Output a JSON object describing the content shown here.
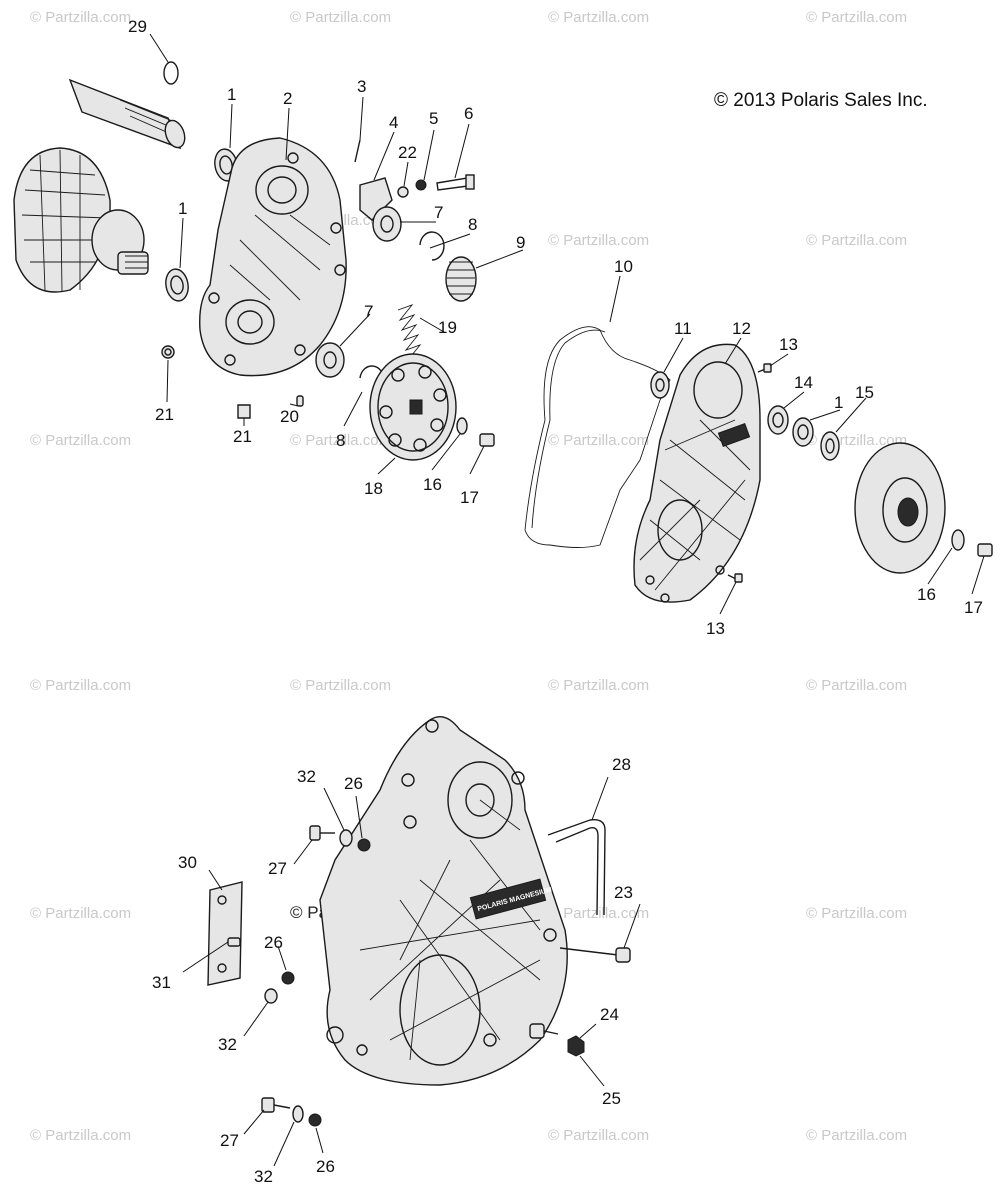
{
  "copyright": "© 2013 Polaris Sales Inc.",
  "watermark_text": "© Partzilla.com",
  "cover_logo": "POLARIS MAGNESIUM",
  "callouts": [
    "29",
    "1",
    "2",
    "3",
    "4",
    "5",
    "6",
    "22",
    "1",
    "7",
    "8",
    "9",
    "10",
    "11",
    "12",
    "13",
    "14",
    "1",
    "15",
    "7",
    "19",
    "21",
    "20",
    "8",
    "18",
    "16",
    "17",
    "21",
    "16",
    "17",
    "13",
    "28",
    "32",
    "26",
    "27",
    "30",
    "31",
    "23",
    "26",
    "32",
    "24",
    "25",
    "27",
    "32",
    "26"
  ]
}
